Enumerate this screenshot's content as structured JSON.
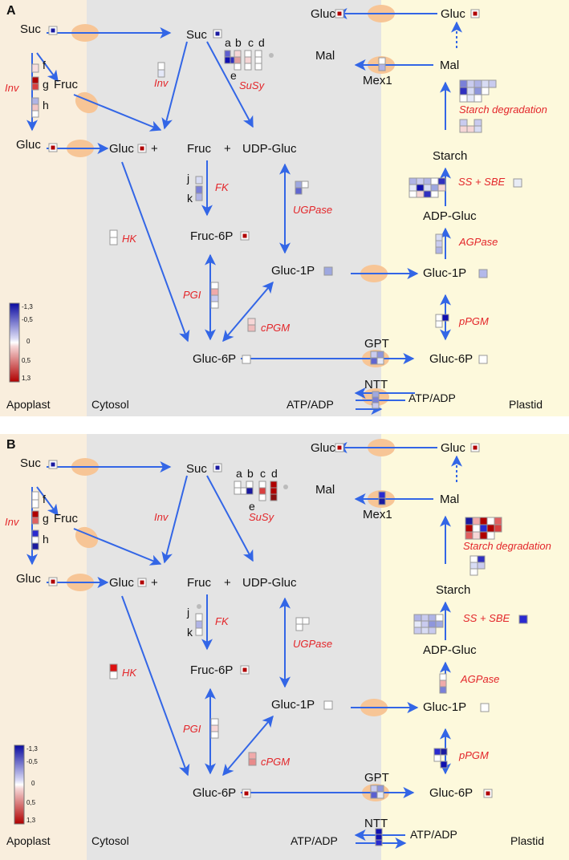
{
  "colors": {
    "apoplast_bg": "#f9eedd",
    "cytosol_bg": "#e4e4e4",
    "plastid_bg": "#fdf9dc",
    "arrow": "#3366e6",
    "enzyme_text": "#e3262a",
    "transporter": "#f7c596"
  },
  "panels": [
    {
      "letter": "A",
      "regions": {
        "apoplast": "Apoplast",
        "cytosol": "Cytosol",
        "atp_adp_left": "ATP/ADP",
        "atp_adp_right": "ATP/ADP",
        "plastid": "Plastid"
      },
      "metabolites": {
        "suc_apo": "Suc",
        "fruc_apo": "Fruc",
        "gluc_apo": "Gluc",
        "suc_cyt": "Suc",
        "gluc_cyt": "Gluc",
        "plus1": "+",
        "fruc_cyt": "Fruc",
        "plus2": "+",
        "udp_gluc": "UDP-Gluc",
        "fruc6p": "Fruc-6P",
        "gluc1p_cyt": "Gluc-1P",
        "gluc6p_cyt": "Gluc-6P",
        "gluc_top_left": "Gluc",
        "mal_cyt": "Mal",
        "gluc_plastid": "Gluc",
        "mal_plastid": "Mal",
        "starch": "Starch",
        "adp_gluc": "ADP-Gluc",
        "gluc1p_pl": "Gluc-1P",
        "gluc6p_pl": "Gluc-6P"
      },
      "enzymes": {
        "inv_apo": "Inv",
        "inv_cyt": "Inv",
        "susy": "SuSy",
        "fk": "FK",
        "hk": "HK",
        "ugpase": "UGPase",
        "pgi": "PGI",
        "cpgm": "cPGM",
        "starch_deg": "Starch degradation",
        "ss_sbe": "SS + SBE",
        "agpase": "AGPase",
        "ppgm": "pPGM"
      },
      "transporters": {
        "mex1": "Mex1",
        "gpt": "GPT",
        "ntt": "NTT"
      },
      "gene_letters": {
        "f": "f",
        "g": "g",
        "h": "h",
        "a": "a",
        "b": "b",
        "c": "c",
        "d": "d",
        "e": "e",
        "j": "j",
        "k": "k"
      },
      "legend": {
        "ticks": [
          "-1,3",
          "-0,5",
          "0",
          "0,5",
          "1,3"
        ]
      }
    },
    {
      "letter": "B",
      "regions": {
        "apoplast": "Apoplast",
        "cytosol": "Cytosol",
        "atp_adp_left": "ATP/ADP",
        "atp_adp_right": "ATP/ADP",
        "plastid": "Plastid"
      },
      "metabolites": {
        "suc_apo": "Suc",
        "fruc_apo": "Fruc",
        "gluc_apo": "Gluc",
        "suc_cyt": "Suc",
        "gluc_cyt": "Gluc",
        "plus1": "+",
        "fruc_cyt": "Fruc",
        "plus2": "+",
        "udp_gluc": "UDP-Gluc",
        "fruc6p": "Fruc-6P",
        "gluc1p_cyt": "Gluc-1P",
        "gluc6p_cyt": "Gluc-6P",
        "gluc_top_left": "Gluc",
        "mal_cyt": "Mal",
        "gluc_plastid": "Gluc",
        "mal_plastid": "Mal",
        "starch": "Starch",
        "adp_gluc": "ADP-Gluc",
        "gluc1p_pl": "Gluc-1P",
        "gluc6p_pl": "Gluc-6P"
      },
      "enzymes": {
        "inv_apo": "Inv",
        "inv_cyt": "Inv",
        "susy": "SuSy",
        "fk": "FK",
        "hk": "HK",
        "ugpase": "UGPase",
        "pgi": "PGI",
        "cpgm": "cPGM",
        "starch_deg": "Starch degradation",
        "ss_sbe": "SS + SBE",
        "agpase": "AGPase",
        "ppgm": "pPGM"
      },
      "transporters": {
        "mex1": "Mex1",
        "gpt": "GPT",
        "ntt": "NTT"
      },
      "gene_letters": {
        "f": "f",
        "g": "g",
        "h": "h",
        "a": "a",
        "b": "b",
        "c": "c",
        "d": "d",
        "e": "e",
        "j": "j",
        "k": "k"
      },
      "legend": {
        "ticks": [
          "-1,3",
          "-0,5",
          "0",
          "0,5",
          "1,3"
        ]
      }
    }
  ]
}
